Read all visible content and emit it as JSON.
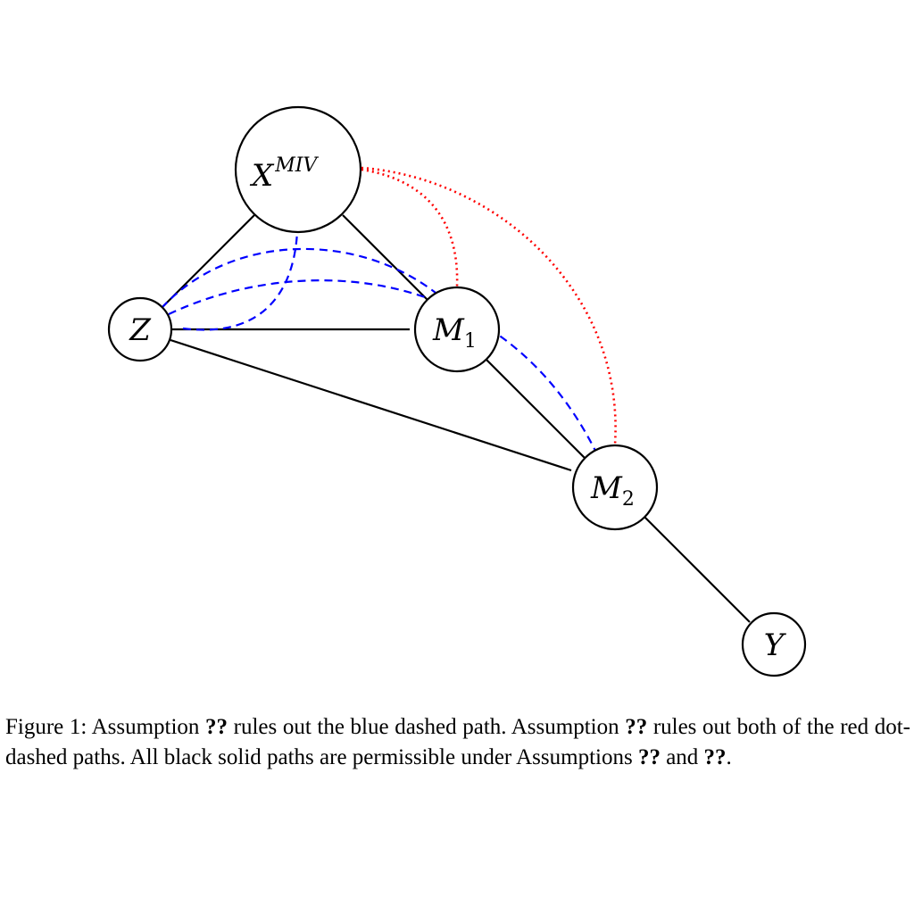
{
  "figure": {
    "nodes": [
      {
        "id": "xmiv",
        "base": "X",
        "sup": "MIV",
        "sub": ""
      },
      {
        "id": "z",
        "base": "Z",
        "sup": "",
        "sub": ""
      },
      {
        "id": "m1",
        "base": "M",
        "sup": "",
        "sub": "1"
      },
      {
        "id": "m2",
        "base": "M",
        "sup": "",
        "sub": "2"
      },
      {
        "id": "y",
        "base": "Y",
        "sup": "",
        "sub": ""
      }
    ],
    "edges": [
      {
        "from": "z",
        "to": "xmiv",
        "style": "solid"
      },
      {
        "from": "xmiv",
        "to": "m1",
        "style": "solid"
      },
      {
        "from": "z",
        "to": "m1",
        "style": "solid"
      },
      {
        "from": "z",
        "to": "m2",
        "style": "solid"
      },
      {
        "from": "m1",
        "to": "m2",
        "style": "solid"
      },
      {
        "from": "m2",
        "to": "y",
        "style": "solid"
      },
      {
        "from": "z",
        "to": "xmiv",
        "style": "blue-dashed"
      },
      {
        "from": "z",
        "to": "m2",
        "style": "blue-dashed"
      },
      {
        "from": "xmiv",
        "to": "m1",
        "style": "red-dotted"
      },
      {
        "from": "xmiv",
        "to": "m2",
        "style": "red-dotted"
      }
    ],
    "colors": {
      "solid": "#000000",
      "blue_dashed": "#0000ff",
      "red_dotted": "#ff0000"
    }
  },
  "caption": {
    "label": "Figure 1:",
    "s1_a": "Assumption",
    "ref1": "??",
    "s1_b": "rules out the blue dashed path. Assumption",
    "ref2": "??",
    "s1_c": "rules out both of the red dot-dashed paths. All black solid paths are permissible under Assumptions",
    "ref3": "??",
    "s1_d": "and",
    "ref4": "??",
    "s1_e": "."
  }
}
